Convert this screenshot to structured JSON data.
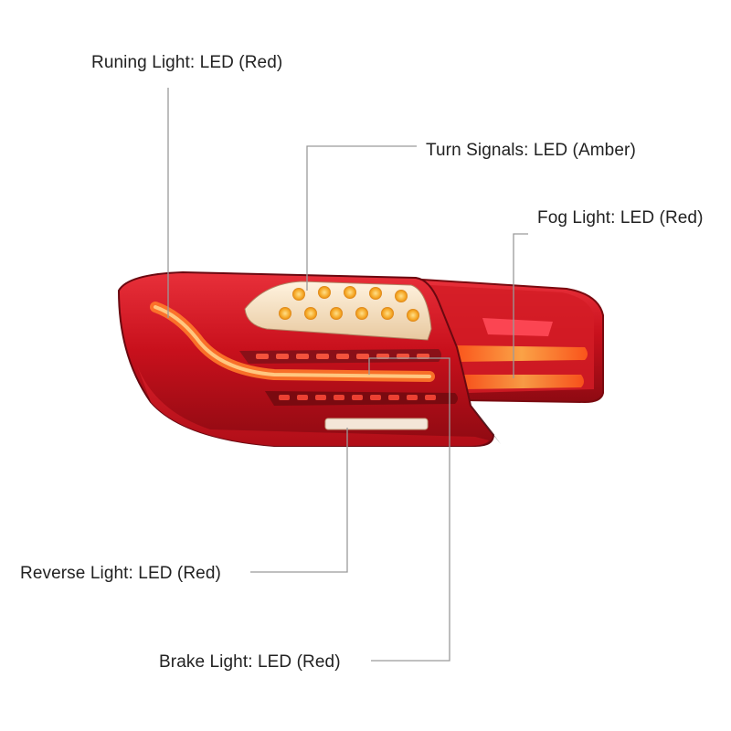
{
  "callouts": {
    "running": {
      "label": "Runing Light: LED (Red)"
    },
    "turn": {
      "label": "Turn Signals: LED (Amber)"
    },
    "fog": {
      "label": "Fog Light: LED (Red)"
    },
    "reverse": {
      "label": "Reverse Light: LED (Red)"
    },
    "brake": {
      "label": "Brake Light: LED (Red)"
    }
  },
  "colors": {
    "housing_red": "#c8101c",
    "dark_red": "#7a0a10",
    "amber": "#f5a623",
    "glow": "#ff6a2a",
    "leader_line": "#9a9a9a"
  }
}
